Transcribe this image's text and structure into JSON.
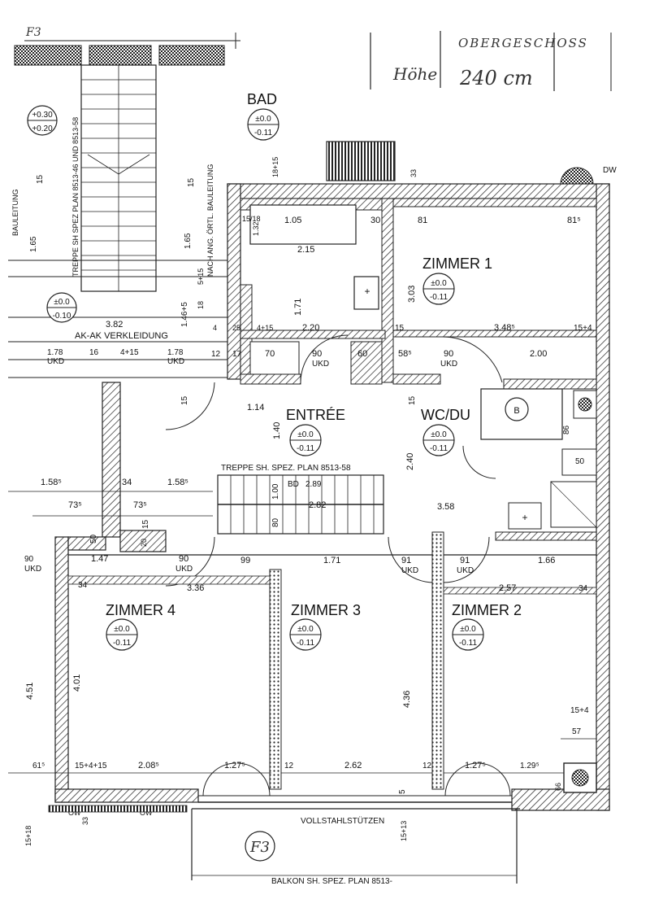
{
  "header": {
    "sheet_ref": "F3",
    "floor_label": "OBERGESCHOSS",
    "height_label": "Höhe",
    "height_value": "240 cm"
  },
  "rooms": {
    "bad": {
      "name": "BAD",
      "level_top": "±0.0",
      "level_bottom": "-0.11"
    },
    "zimmer1": {
      "name": "ZIMMER 1",
      "level_top": "±0.0",
      "level_bottom": "-0.11"
    },
    "entree": {
      "name": "ENTRÉE",
      "level_top": "±0.0",
      "level_bottom": "-0.11"
    },
    "wcdu": {
      "name": "WC/DU",
      "level_top": "±0.0",
      "level_bottom": "-0.11"
    },
    "zimmer4": {
      "name": "ZIMMER 4",
      "level_top": "±0.0",
      "level_bottom": "-0.11"
    },
    "zimmer3": {
      "name": "ZIMMER 3",
      "level_top": "±0.0",
      "level_bottom": "-0.11"
    },
    "zimmer2": {
      "name": "ZIMMER 2",
      "level_top": "±0.0",
      "level_bottom": "-0.11"
    },
    "stair_left": {
      "level_top": "+0.30",
      "level_bottom": "+0.20"
    },
    "landing": {
      "level_top": "±0.0",
      "level_bottom": "-0.10"
    }
  },
  "notes": {
    "treppe_spez": "TREPPE SH. SPEZ. PLAN 8513-58",
    "treppe_spez_vertical": "TREPPE SH SPEZ PLAN 8513-46 UND 8513-58",
    "ak_verkleidung": "AK-AK VERKLEIDUNG",
    "nach_ang": "NACH ANG. ÖRTL. BAULEITUNG",
    "bauleitung_left": "BAULEITUNG",
    "vollstahl": "VOLLSTAHLSTÜTZEN",
    "balkon": "BALKON SH. SPEZ. PLAN 8513-",
    "balcony_ref": "F3",
    "dw": "DW",
    "ow_left": "OW",
    "ow_right": "OW",
    "b_circle": "B"
  },
  "dimensions": {
    "d_381": "3.82",
    "d_178a": "1.78",
    "d_178b": "1.78",
    "d_ukd1": "UKD",
    "d_ukd2": "UKD",
    "d_ukd3": "UKD",
    "d_ukd4": "UKD",
    "d_ukd5": "UKD",
    "d_ukd6": "UKD",
    "d_ukd7": "UKD",
    "d_ukd8": "UKD",
    "d_16": "16",
    "d_4_15a": "4+15",
    "d_12a": "12",
    "d_17": "17",
    "d_70": "70",
    "d_90a": "90",
    "d_60": "60",
    "d_585": "58⁵",
    "d_90b": "90",
    "d_200": "2.00",
    "d_220": "2.20",
    "d_15a": "15",
    "d_3485": "3.48⁵",
    "d_15_4a": "15+4",
    "d_105": "1.05",
    "d_30": "30",
    "d_81": "81",
    "d_815": "81⁵",
    "d_132": "1.32",
    "d_215": "2.15",
    "d_303": "3.03",
    "d_171v": "1.71",
    "d_18_15": "18+15",
    "d_33": "33",
    "d_165a": "1.65",
    "d_165b": "1.65",
    "d_15v1": "15",
    "d_15v2": "15",
    "d_146": "1.46+5",
    "d_114": "1.14",
    "d_140": "1.40",
    "d_240": "2.40",
    "d_15v3": "15",
    "d_86": "86",
    "d_50a": "50",
    "d_1585a": "1.58⁵",
    "d_34a": "34",
    "d_1585b": "1.58⁵",
    "d_735a": "73⁵",
    "d_735b": "73⁵",
    "d_289": "2.89",
    "d_282": "2.82",
    "d_bd": "BD",
    "d_100": "1.00",
    "d_80": "80",
    "d_358": "3.58",
    "d_15v4": "15",
    "d_50b": "50",
    "d_20": "20",
    "d_147": "1.47",
    "d_90c": "90",
    "d_99": "99",
    "d_171h": "1.71",
    "d_91a": "91",
    "d_91b": "91",
    "d_166": "1.66",
    "d_34b": "34",
    "d_336": "3.36",
    "d_257": "2.57",
    "d_34c": "34",
    "d_401": "4.01",
    "d_436": "4.36",
    "d_451": "4.51",
    "d_15_4b": "15+4",
    "d_57": "57",
    "d_615": "61⁵",
    "d_15_4_15": "15+4+15",
    "d_2085": "2.08⁵",
    "d_1275a": "1.27⁵",
    "d_12b": "12",
    "d_262": "2.62",
    "d_12c": "12",
    "d_1275b": "1.27⁵",
    "d_1295": "1.29⁵",
    "d_66": "66",
    "d_5": "5",
    "d_15_13": "15+13",
    "d_15_18": "15+18",
    "d_33b": "33",
    "d_90d": "90",
    "d_25": "25",
    "d_4": "4",
    "d_4_15b": "4+15",
    "d_5_15": "5+15",
    "d_18": "18",
    "d_15_18b": "15/18"
  }
}
